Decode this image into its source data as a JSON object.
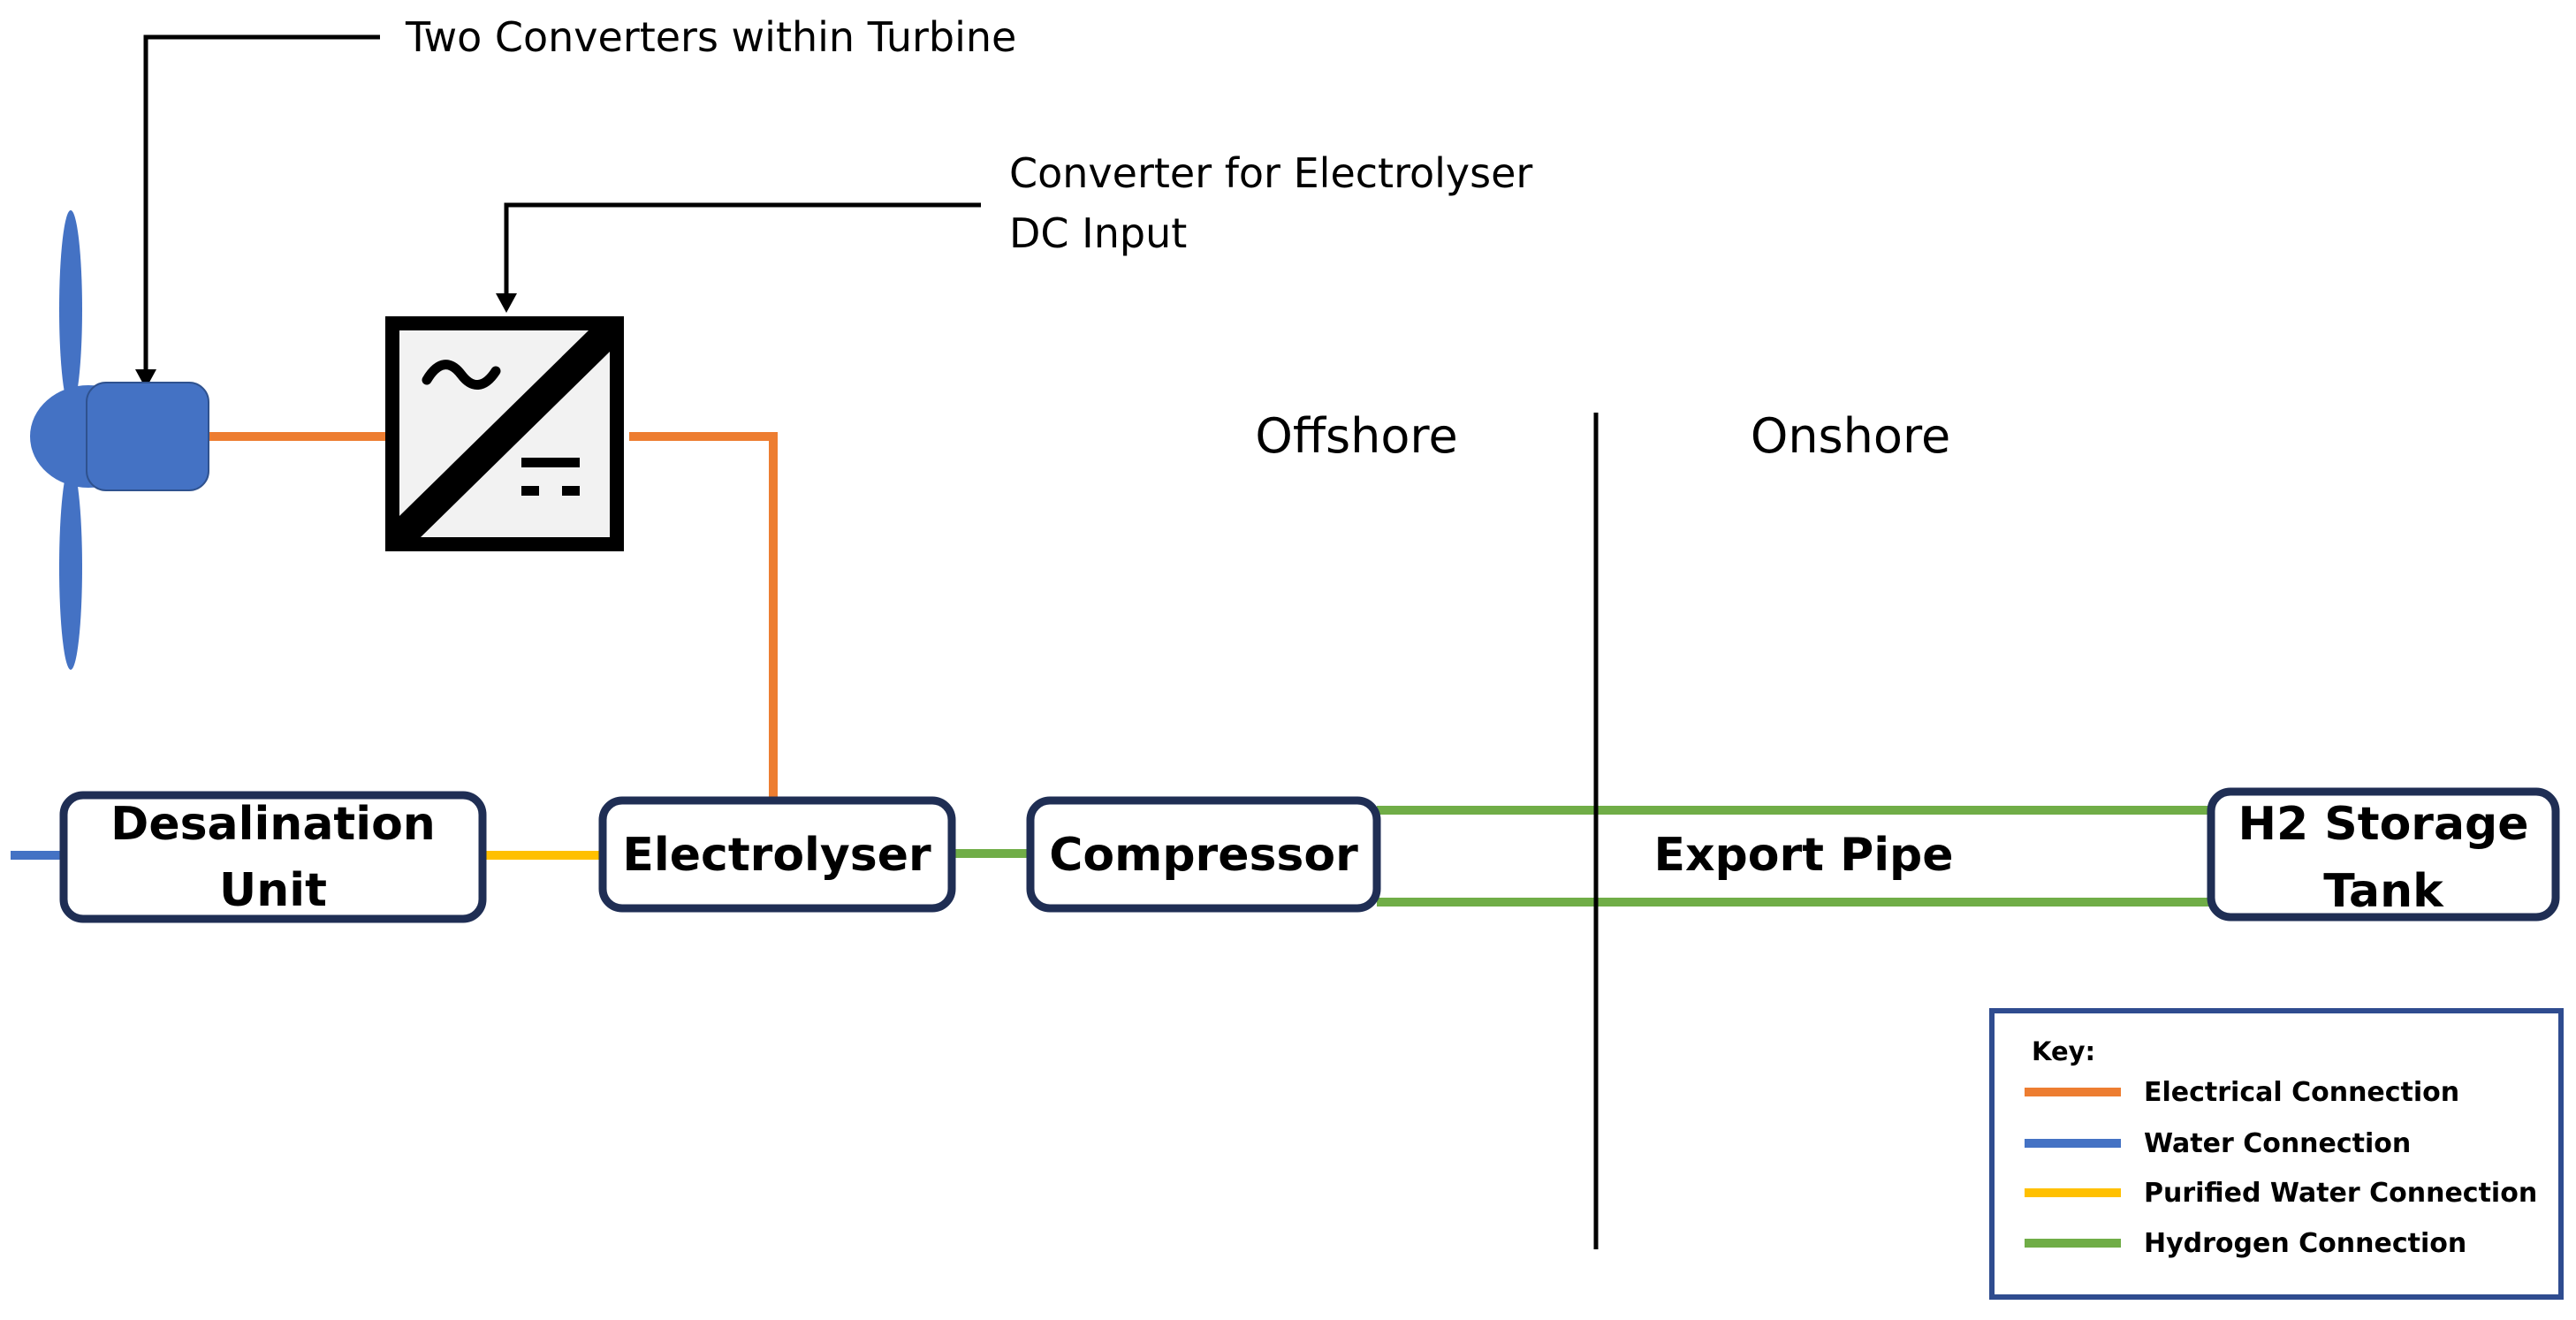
{
  "annotations": {
    "turbine_converters": "Two Converters within Turbine",
    "electrolyser_converter_line1": "Converter for Electrolyser",
    "electrolyser_converter_line2": "DC Input"
  },
  "regions": {
    "offshore": "Offshore",
    "onshore": "Onshore"
  },
  "nodes": {
    "desalination_line1": "Desalination",
    "desalination_line2": "Unit",
    "electrolyser": "Electrolyser",
    "compressor": "Compressor",
    "export_pipe": "Export Pipe",
    "storage_line1": "H2 Storage",
    "storage_line2": "Tank"
  },
  "key": {
    "title": "Key:",
    "items": [
      {
        "label": "Electrical Connection",
        "color": "#ED7D31"
      },
      {
        "label": "Water Connection",
        "color": "#4472C4"
      },
      {
        "label": "Purified Water Connection",
        "color": "#FFC000"
      },
      {
        "label": "Hydrogen Connection",
        "color": "#70AD47"
      }
    ]
  },
  "colors": {
    "node_border": "#1F2E54",
    "key_border": "#2F4C8F",
    "turbine": "#4472C4",
    "electrical": "#ED7D31",
    "water": "#4472C4",
    "purified_water": "#FFC000",
    "hydrogen": "#70AD47"
  },
  "icons": {
    "turbine": "wind-turbine-icon",
    "converter": "ac-dc-converter-icon"
  }
}
